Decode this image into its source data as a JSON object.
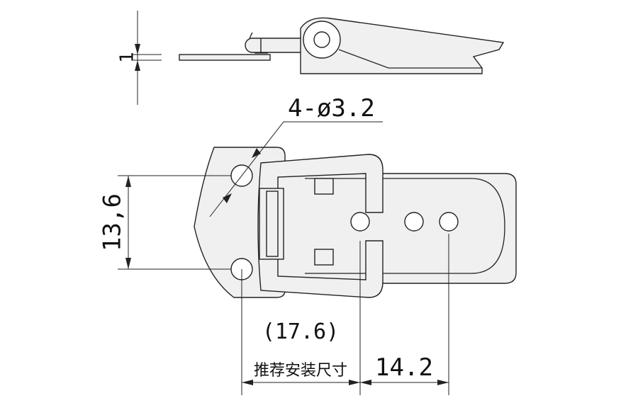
{
  "dimensions": {
    "thickness": "1",
    "hole_spec": "4-ø3.2",
    "height": "13,6",
    "mount_ref": "(17.6)",
    "mount_label": "推荐安装尺寸",
    "hole_pitch": "14.2"
  }
}
